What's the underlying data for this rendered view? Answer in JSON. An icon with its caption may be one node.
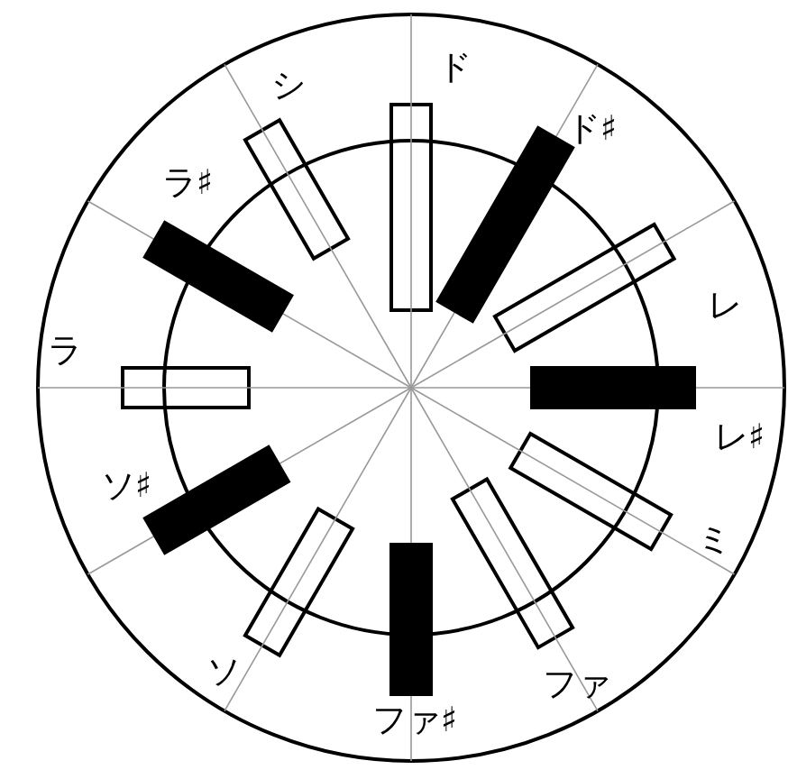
{
  "diagram": {
    "labels": [
      "シ",
      "ド",
      "ラ♯",
      "ド♯",
      "レ",
      "ラ",
      "レ♯",
      "ソ♯",
      "ミ",
      "ソ",
      "ファ",
      "ファ♯"
    ]
  }
}
